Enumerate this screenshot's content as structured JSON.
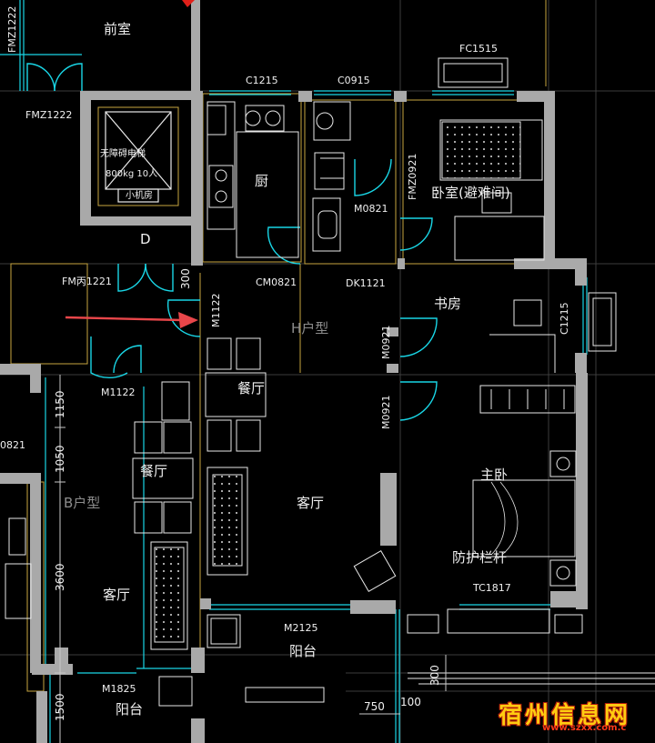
{
  "rooms": {
    "foyer": "前室",
    "elevator": "无障碍电梯",
    "elevator_spec": "800kg 10人",
    "machine_room": "小机房",
    "d": "D",
    "kitchen": "厨",
    "bedroom_refuge": "卧室(避难间)",
    "study": "书房",
    "h_unit": "H户型",
    "dining_h": "餐厅",
    "living_h": "客厅",
    "master": "主卧",
    "guard_rail": "防护栏杆",
    "balcony_h": "阳台",
    "dining_b": "餐厅",
    "b_unit": "B户型",
    "living_b": "客厅",
    "balcony_b": "阳台"
  },
  "codes": {
    "fmz_top": "FMZ1222",
    "fmz_left": "FMZ1222",
    "fc1515": "FC1515",
    "c1215_top": "C1215",
    "c0915": "C0915",
    "fmz0921": "FMZ0921",
    "m0821": "M0821",
    "fm1221": "FM丙1221",
    "cm0821": "CM0821",
    "dk1121": "DK1121",
    "m1122_v": "M1122",
    "m0921_a": "M0921",
    "m0921_b": "M0921",
    "c1215_side": "C1215",
    "m1122": "M1122",
    "partial_0821": "0821",
    "tc1817": "TC1817",
    "m2125": "M2125",
    "m1825": "M1825"
  },
  "dimensions": {
    "d300_top": "300",
    "d1150": "1150",
    "d1050": "1050",
    "d3600": "3600",
    "d1500": "1500",
    "d300_right": "300",
    "d750": "750",
    "d100": "100"
  },
  "watermark": {
    "text": "宿州信息网",
    "url": "www.szxx.com.c"
  },
  "colors": {
    "wall": "#a9a9a9",
    "door": "#19d6e6",
    "furniture": "#e8e8e8",
    "outline": "#c8a640",
    "arrow": "#e8464a",
    "watermark": "#ffcc11"
  }
}
